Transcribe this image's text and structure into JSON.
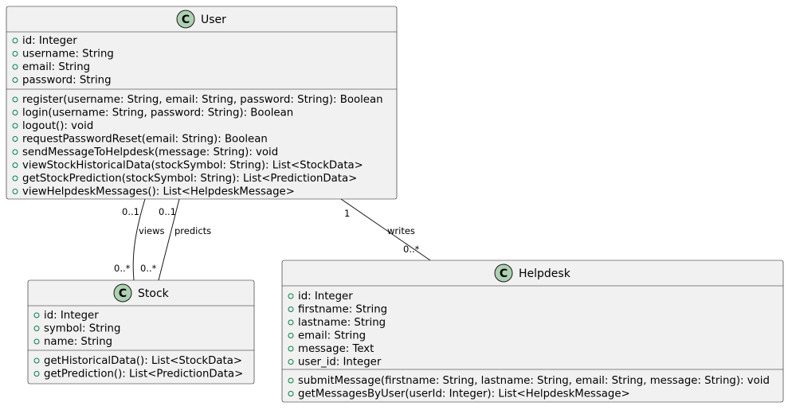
{
  "diagram": {
    "classes": {
      "user": {
        "name": "User",
        "stereotype_letter": "C",
        "attributes": [
          "id: Integer",
          "username: String",
          "email: String",
          "password: String"
        ],
        "methods": [
          "register(username: String, email: String, password: String): Boolean",
          "login(username: String, password: String): Boolean",
          "logout(): void",
          "requestPasswordReset(email: String): Boolean",
          "sendMessageToHelpdesk(message: String): void",
          "viewStockHistoricalData(stockSymbol: String): List<StockData>",
          "getStockPrediction(stockSymbol: String): List<PredictionData>",
          "viewHelpdeskMessages(): List<HelpdeskMessage>"
        ]
      },
      "stock": {
        "name": "Stock",
        "stereotype_letter": "C",
        "attributes": [
          "id: Integer",
          "symbol: String",
          "name: String"
        ],
        "methods": [
          "getHistoricalData(): List<StockData>",
          "getPrediction(): List<PredictionData>"
        ]
      },
      "helpdesk": {
        "name": "Helpdesk",
        "stereotype_letter": "C",
        "attributes": [
          "id: Integer",
          "firstname: String",
          "lastname: String",
          "email: String",
          "message: Text",
          "user_id: Integer"
        ],
        "methods": [
          "submitMessage(firstname: String, lastname: String, email: String, message: String): void",
          "getMessagesByUser(userId: Integer): List<HelpdeskMessage>"
        ]
      }
    },
    "relations": {
      "views": {
        "label": "views",
        "source_mult": "0..1",
        "target_mult": "0..*"
      },
      "predicts": {
        "label": "predicts",
        "source_mult": "0..1",
        "target_mult": "0..*"
      },
      "writes": {
        "label": "writes",
        "source_mult": "1",
        "target_mult": "0..*"
      }
    },
    "colors": {
      "class_fill": "#f1f1f1",
      "class_border": "#181818",
      "badge_fill": "#add1b2",
      "visibility_circle": "#038048",
      "line": "#181818"
    }
  }
}
